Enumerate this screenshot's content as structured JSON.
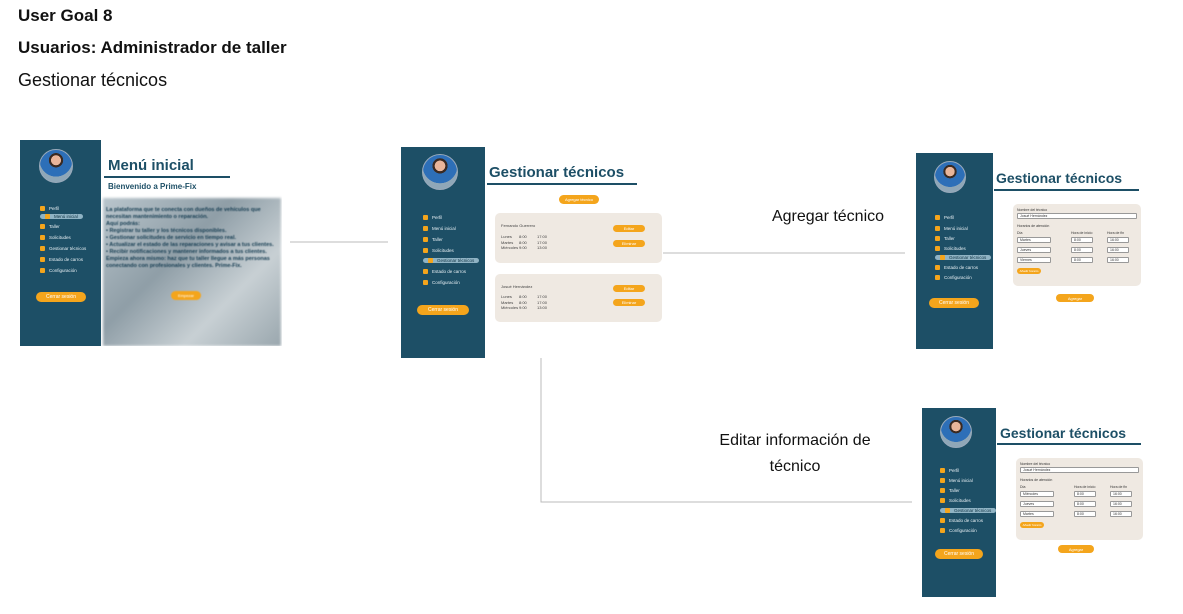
{
  "header": {
    "goal": "User Goal 8",
    "users": "Usuarios: Administrador de taller",
    "task": "Gestionar técnicos"
  },
  "colors": {
    "sidebar": "#1d4f66",
    "accent": "#f4a51c",
    "card": "#efe9e2"
  },
  "transitions": {
    "add": "Agregar técnico",
    "edit": "Editar información de técnico"
  },
  "screen_menu": {
    "title": "Menú inicial",
    "subtitle": "Bienvenido a Prime-Fix",
    "body": "La plataforma que te conecta con dueños de vehículos que necesitan mantenimiento o reparación.\nAquí podrás:\n• Registrar tu taller y los técnicos disponibles.\n• Gestionar solicitudes de servicio en tiempo real.\n• Actualizar el estado de las reparaciones y avisar a tus clientes.\n• Recibir notificaciones y mantener informados a tus clientes.\nEmpieza ahora mismo: haz que tu taller llegue a más personas conectando con profesionales y clientes. Prime-Fix.",
    "cta": "Empezar",
    "nav": [
      "Perfil",
      "Menú inicial",
      "Taller",
      "Solicitudes",
      "Gestionar técnicos",
      "Estado de carros",
      "Configuración"
    ],
    "logout": "Cerrar sesión"
  },
  "screen_manage": {
    "title": "Gestionar técnicos",
    "add_button": "Agregar técnico",
    "nav": [
      "Perfil",
      "Menú inicial",
      "Taller",
      "Solicitudes",
      "Gestionar técnicos",
      "Estado de carros",
      "Configuración"
    ],
    "logout": "Cerrar sesión",
    "edit_label": "Editar",
    "delete_label": "Eliminar",
    "technicians": [
      {
        "name": "Fernando Guerrero",
        "schedule": [
          [
            "Lunes",
            "8:00",
            "17:00"
          ],
          [
            "Martes",
            "8:00",
            "17:00"
          ],
          [
            "Miércoles",
            "9:00",
            "13:00"
          ]
        ]
      },
      {
        "name": "Josué Hernández",
        "schedule": [
          [
            "Lunes",
            "8:00",
            "17:00"
          ],
          [
            "Martes",
            "8:00",
            "17:00"
          ],
          [
            "Miércoles",
            "9:00",
            "13:00"
          ]
        ]
      }
    ]
  },
  "screen_add": {
    "title": "Gestionar técnicos",
    "nav": [
      "Perfil",
      "Menú inicial",
      "Taller",
      "Solicitudes",
      "Gestionar técnicos",
      "Estado de carros",
      "Configuración"
    ],
    "logout": "Cerrar sesión",
    "name_label": "Nombre del técnico",
    "name_value": "Josué Hernández",
    "hours_label": "Horarios de atención",
    "col_day": "Día",
    "col_start": "Hora de inicio",
    "col_end": "Hora de fin",
    "rows": [
      [
        "Martes",
        "8:00",
        "16:00"
      ],
      [
        "Jueves",
        "8:00",
        "16:00"
      ],
      [
        "Viernes",
        "8:00",
        "16:00"
      ]
    ],
    "add_row": "Añadir horario",
    "submit": "Agregar"
  },
  "screen_edit": {
    "title": "Gestionar técnicos",
    "nav": [
      "Perfil",
      "Menú inicial",
      "Taller",
      "Solicitudes",
      "Gestionar técnicos",
      "Estado de carros",
      "Configuración"
    ],
    "logout": "Cerrar sesión",
    "name_label": "Nombre del técnico",
    "name_value": "Josué Hernández",
    "hours_label": "Horarios de atención",
    "col_day": "Día",
    "col_start": "Hora de inicio",
    "col_end": "Hora de fin",
    "rows": [
      [
        "Miércoles",
        "8:00",
        "16:00"
      ],
      [
        "Jueves",
        "8:00",
        "16:00"
      ],
      [
        "Martes",
        "8:00",
        "16:00"
      ]
    ],
    "add_row": "Añadir horario",
    "submit": "Agregar"
  }
}
